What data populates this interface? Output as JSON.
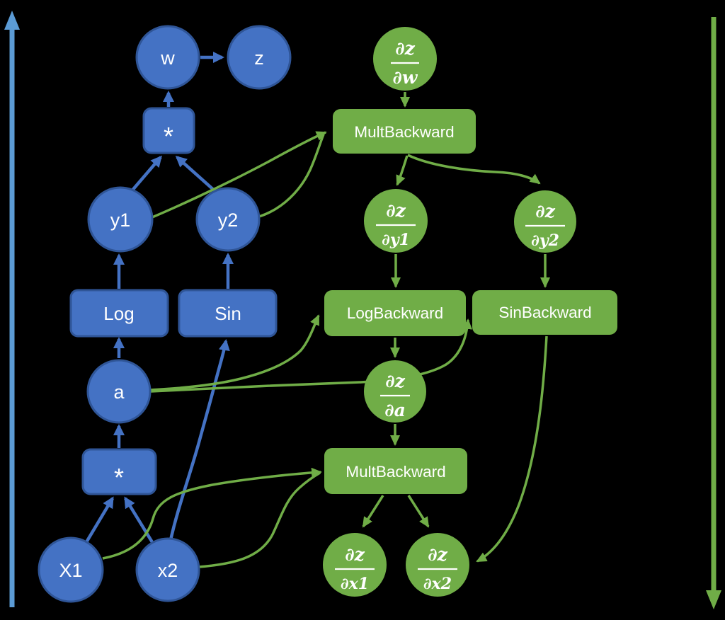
{
  "colors": {
    "background": "#000000",
    "forward_fill": "#4472C4",
    "forward_border": "#2F5597",
    "forward_axis": "#5B9BD5",
    "backward_green": "#70AD47",
    "text": "#FFFFFF"
  },
  "axes": {
    "left_forward_axis": {
      "orientation": "vertical",
      "arrow_direction": "up",
      "color": "#5B9BD5"
    },
    "right_backward_axis": {
      "orientation": "vertical",
      "arrow_direction": "down",
      "color": "#70AD47"
    }
  },
  "labels": {
    "w": "w",
    "z": "z",
    "mult_top": "*",
    "y1": "y1",
    "y2": "y2",
    "log": "Log",
    "sin": "Sin",
    "a": "a",
    "mult_bottom": "*",
    "x1": "X1",
    "x2": "x2",
    "mult_backward_top": "MultBackward",
    "log_backward": "LogBackward",
    "sin_backward": "SinBackward",
    "mult_backward_bottom": "MultBackward"
  },
  "fractions": {
    "dz_dw": {
      "num": "∂z",
      "den": "∂w"
    },
    "dz_dy1": {
      "num": "∂z",
      "den": "∂y1"
    },
    "dz_dy2": {
      "num": "∂z",
      "den": "∂y2"
    },
    "dz_da": {
      "num": "∂z",
      "den": "∂a"
    },
    "dz_dx1": {
      "num": "∂z",
      "den": "∂x1"
    },
    "dz_dx2": {
      "num": "∂z",
      "den": "∂x2"
    }
  },
  "edges": {
    "forward": [
      [
        "x1",
        "mult_bottom"
      ],
      [
        "x2",
        "mult_bottom"
      ],
      [
        "mult_bottom",
        "a"
      ],
      [
        "a",
        "log"
      ],
      [
        "log",
        "y1"
      ],
      [
        "x2",
        "sin"
      ],
      [
        "sin",
        "y2"
      ],
      [
        "y1",
        "mult_top"
      ],
      [
        "y2",
        "mult_top"
      ],
      [
        "mult_top",
        "w"
      ],
      [
        "w",
        "z"
      ]
    ],
    "backward": [
      [
        "dz_dw",
        "mult_backward_top"
      ],
      [
        "mult_backward_top",
        "dz_dy1"
      ],
      [
        "mult_backward_top",
        "dz_dy2"
      ],
      [
        "dz_dy1",
        "log_backward"
      ],
      [
        "dz_dy2",
        "sin_backward"
      ],
      [
        "log_backward",
        "dz_da"
      ],
      [
        "dz_da",
        "mult_backward_bottom"
      ],
      [
        "mult_backward_bottom",
        "dz_dx1"
      ],
      [
        "mult_backward_bottom",
        "dz_dx2"
      ],
      [
        "sin_backward",
        "dz_dx2"
      ]
    ],
    "saved_tensor": [
      [
        "y1",
        "mult_backward_top"
      ],
      [
        "y2",
        "mult_backward_top"
      ],
      [
        "a",
        "log_backward"
      ],
      [
        "a",
        "sin_backward"
      ],
      [
        "x1",
        "mult_backward_bottom"
      ],
      [
        "x2",
        "mult_backward_bottom"
      ]
    ]
  }
}
